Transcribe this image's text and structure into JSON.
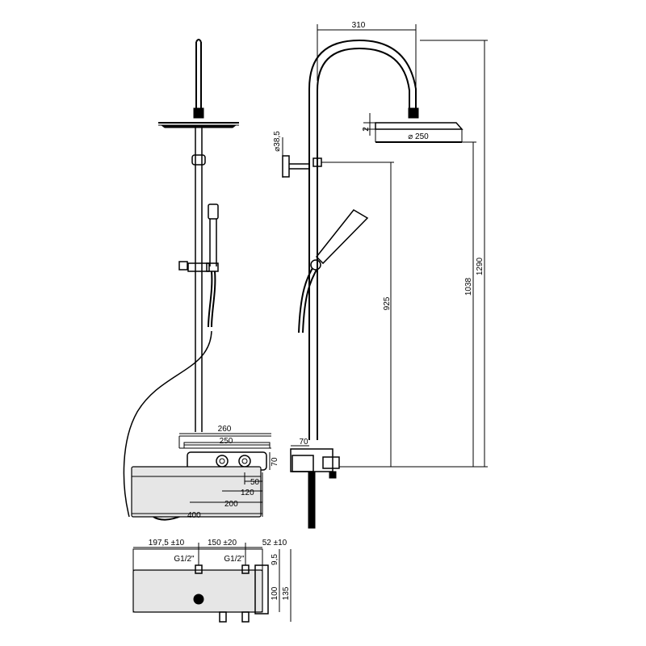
{
  "dimensions": {
    "arm_reach": "310",
    "head_height": "2",
    "pipe_diameter": "⌀38,5",
    "head_diameter": "⌀ 250",
    "rail_height": "925",
    "head_to_valve": "1038",
    "overall_height": "1290",
    "valve_depth": "70",
    "shelf_width": "260",
    "valve_width": "250",
    "valve_height": "70",
    "knob_offset": "50",
    "knob_spacing": "120",
    "body_width": "200",
    "hose_length": "400",
    "inlet_left": "197,5 ±10",
    "inlet_center": "150 ±20",
    "inlet_right": "52 ±10",
    "thread_left": "G1/2\"",
    "thread_right": "G1/2\"",
    "inlet_depth": "9,5",
    "body_height_a": "100",
    "body_height_b": "135"
  },
  "icons": {
    "shower_head": "rain-shower-head-icon",
    "hand_shower": "hand-shower-icon",
    "thermostatic_valve": "thermostatic-valve-icon"
  },
  "colors": {
    "line": "#000000",
    "background": "#ffffff",
    "shelf_fill": "#e6e6e6"
  }
}
